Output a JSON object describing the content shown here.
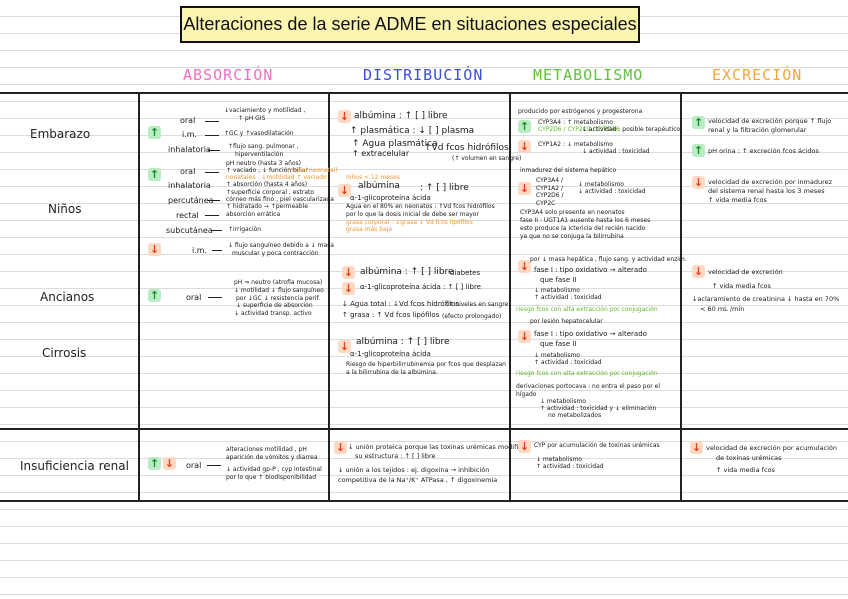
{
  "title": "Alteraciones de la serie ADME en situaciones especiales",
  "headers": {
    "absorcion": "ABSORCIÓN",
    "distribucion": "DISTRIBUCIÓN",
    "metabolismo": "METABOLISMO",
    "excrecion": "EXCRECIÓN"
  },
  "header_colors": {
    "absorcion": "#f26fc0",
    "distribucion": "#3b4fd8",
    "metabolismo": "#5fc23a",
    "excrecion": "#f5a53a"
  },
  "rows": {
    "embarazo": "Embarazo",
    "ninos": "Niños",
    "ancianos": "Ancianos",
    "cirrosis": "Cirrosis",
    "insuficiencia": "Insuficiencia renal"
  },
  "abs": {
    "emb_oral_r": "oral",
    "emb_oral": "↓vaciamiento y motilidad ,",
    "emb_oral2": "↑ pH GIS",
    "emb_im_r": "i.m.",
    "emb_im": "↑GC y ↑vasodilatación",
    "emb_inh_r": "inhalatoria",
    "emb_inh": "↑flujo sang. pulmonar ,",
    "emb_inh2": "hiperventilación",
    "nin_oral_r": "oral",
    "nin_oral": "pH neutro (hasta 3 años)",
    "nin_oral2": "↑ vaciado , ↓ función biliar",
    "nin_oral3": "(↑ piel neonatal)",
    "nin_oral4": "nonatales : ↓motilidad ↑ vaciado",
    "nin_oral5": "↑ absorción (hasta 4 años)",
    "nin_inh_r": "inhalatoria",
    "nin_per_r": "percutánea",
    "nin_per": "↑superficie corporal , estrato",
    "nin_per2": "córneo más fino , piel vascularizada",
    "nin_per3": "↑ hidratado → ↑permeable",
    "nin_rec_r": "rectal",
    "nin_rec": "absorción errática",
    "nin_sub_r": "subcutánea",
    "nin_sub": "↑irrigación",
    "nin_im_r": "i.m.",
    "nin_im": "↓ flujo sanguíneo debido a ↓ masa",
    "nin_im2": "muscular y poca contracción",
    "anc_oral_r": "oral",
    "anc_oral": "pH ⇒ neutro (atrofia mucosa)",
    "anc_oral2": "↓ motilidad  ↓ flujo sanguíneo",
    "anc_oral3": "por ↓GC  ↓ resistencia perif.",
    "anc_oral4": "↓ superficie de absorción",
    "anc_oral5": "↓ actividad transp. activo",
    "ins_oral_r": "oral",
    "ins_oral": "alteraciones motilidad , pH",
    "ins_oral2": "aparición de vómitos y diarrea",
    "ins_oral3": "↓ actividad gp-P , cyp intestinal",
    "ins_oral4": "por lo que ↑ biodisponibilidad"
  },
  "dis": {
    "emb1": "albúmina : ↑ [ ] libre",
    "emb2": "↑ plasmática : ↓ [ ] plasma",
    "emb3": "↑ Agua plasmática",
    "emb4": "↑ extracelular",
    "emb5": "↑Vd fcos hidrófilos",
    "emb6": "(↑ volumen en sangre)",
    "nin0": "niños < 12 meses",
    "nin1": "albúmina",
    "nin1b": ": ↑ [ ] libre",
    "nin2": "α-1-glicoproteína ácida",
    "nin3": "Agua en el 80% en neonatos : ↑Vd fcos hidrófilos",
    "nin4": "por lo que la dosis inicial de debe ser mayor",
    "nin5": "grasa corporal : ↓grasa ↓ Vd fcos lipófilos",
    "nin6": "grasa más baja",
    "anc1": "albúmina : ↑ [ ] libre",
    "anc1b": "diabetes",
    "anc2": "α-1-glicoproteína ácida : ↑ [ ] libre",
    "anc3": "↓ Agua total : ↓Vd fcos hidrófilos",
    "anc4": "(↑ niveles en sangre)",
    "anc5": "↑ grasa : ↑ Vd fcos lipófilos",
    "anc6": "(efecto prolongado)",
    "cir1": "albúmina : ↑ [ ] libre",
    "cir2": "α-1-glicoproteína ácida",
    "cir3": "Riesgo de hiperbilirrubinemia por fcos que desplazan",
    "cir4": "a la bilirrubina de la albúmina.",
    "ins1": "↓ unión proteica porque las toxinas urémicas modifican",
    "ins2": "su estructura : ↑ [ ] libre",
    "ins3": "↓ unión a los tejidos : ej. digoxina → inhibición",
    "ins4": "competitiva de la Na⁺/K⁺ ATPasa , ↑ digoxinemia"
  },
  "met": {
    "emb0": "producido por estrógenos y progesterona",
    "emb1": "CYP3A4 : ↑ metabolismo",
    "emb1b": "↓ actividad : posible terapéutico",
    "emb1c": "CYP2D6 / CYP2C9 / CYP2A6",
    "emb2": "CYP1A2 : ↓ metabolismo",
    "emb2b": "↓ actividad : toxicidad",
    "nin0": "inmadurez del sistema hepático",
    "nin1": "CYP3A4 / CYP1A2 / CYP2D6 / CYP2C",
    "nin2": "↓ metabolismo",
    "nin3": "↓ actividad : toxicidad",
    "nin4": "CYP3A4 solo presente en neonatos",
    "nin5": "fase II : UGT1A1 ausente hasta los 6 meses",
    "nin6": "esto produce la ictericia del recién nacido",
    "nin7": "ya que no se conjuga la bilirrubina",
    "anc0": "por ↓ masa hepática , flujo sang. y actividad enzim.",
    "anc1": "fase I : tipo oxidativo → alterado",
    "anc2": "que fase II",
    "anc3": "↓ metabolismo",
    "anc4": "↑ actividad : toxicidad",
    "anc5": "riesgo fcos con alta extracción por conjugación",
    "cir0": "por lesión hepatocelular",
    "cir1": "fase I : tipo oxidativo → alterado",
    "cir2": "que fase II",
    "cir3": "↓ metabolismo",
    "cir4": "↑ actividad : toxicidad",
    "cir5": "riesgo fcos con alta extracción por conjugación",
    "cir6": "derivaciones portocava : no entra el paso por el",
    "cir7": "hígado",
    "cir8": "↓ metabolismo",
    "cir9": "↑ actividad : toxicidad y ↓ eliminación",
    "cir10": "no metabolizados",
    "ins1": "CYP por acumulación de toxinas urémicas",
    "ins2": "↓ metabolismo",
    "ins3": "↑ actividad : toxicidad"
  },
  "exc": {
    "emb1": "velocidad de excreción porque ↑ flujo",
    "emb2": "renal y la filtración glomerular",
    "emb3": "pH orina : ↑ excreción fcos ácidos",
    "nin1": "velocidad de excreción por inmadurez",
    "nin2": "del sistema renal hasta los 3 meses",
    "nin3": "↑ vida media fcos",
    "anc1": "velocidad de excreción",
    "anc2": "↑ vida media fcos",
    "anc3": "↓aclaramiento de creatinina ↓ hasta en 70%",
    "anc4": "< 60 mL /min",
    "ins1": "velocidad de excreción por acumulación",
    "ins2": "de toxinas urémicas",
    "ins3": "↑ vida media fcos"
  }
}
